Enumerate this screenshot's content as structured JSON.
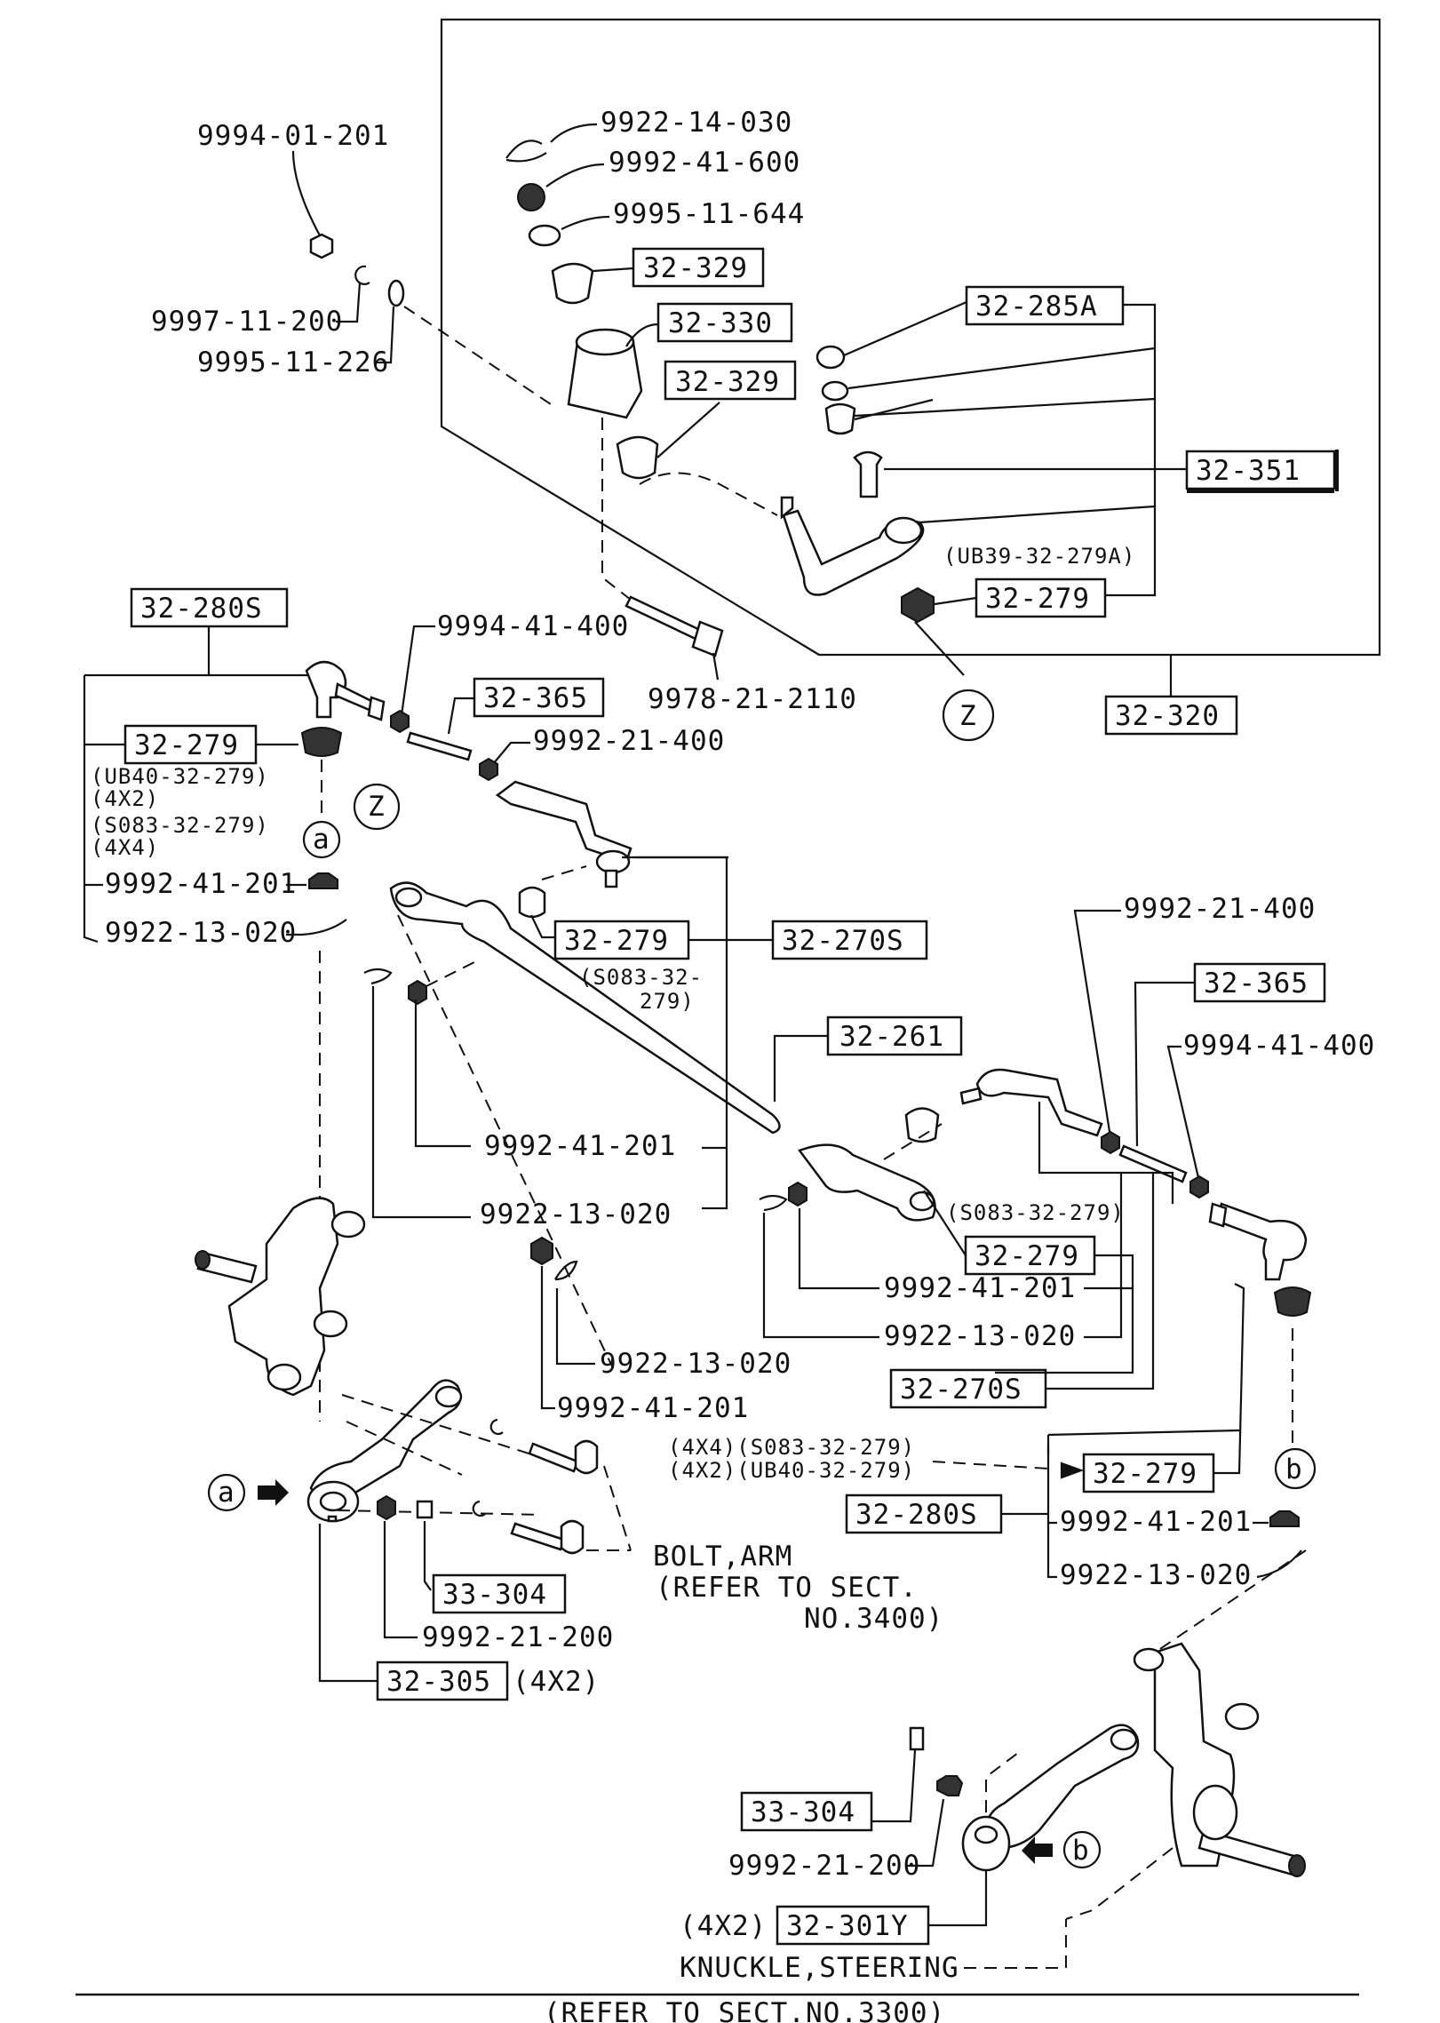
{
  "labels": {
    "p9994_01_201": "9994-01-201",
    "p9922_14_030": "9922-14-030",
    "p9992_41_600": "9992-41-600",
    "p9995_11_644": "9995-11-644",
    "p32_329_top": "32-329",
    "p32_330": "32-330",
    "p32_329_mid": "32-329",
    "p32_285A": "32-285A",
    "p9997_11_200": "9997-11-200",
    "p9995_11_226": "9995-11-226",
    "p32_351": "32-351",
    "ub839": "(UB39-32-279A)",
    "p32_279_idler": "32-279",
    "p32_280S_left": "32-280S",
    "p9994_41_400_left": "9994-41-400",
    "p32_365_left": "32-365",
    "p9978_21_2110": "9978-21-2110",
    "z_top": "Z",
    "p32_320": "32-320",
    "p32_279_left": "32-279",
    "p9992_21_400_left": "9992-21-400",
    "note_ub40": "(UB40-32-279)",
    "note_4x2_a": "(4X2)",
    "note_s083_a": "(S083-32-279)",
    "note_4x4_a": "(4X4)",
    "a_top": "a",
    "z_mid": "Z",
    "p9992_41_201_left": "9992-41-201",
    "p9922_13_020_left": "9922-13-020",
    "p32_279_center": "32-279",
    "p32_270S_top": "32-270S",
    "note_s083_b1": "(S083-32-",
    "note_s083_b2": "279)",
    "p9992_21_400_right": "9992-21-400",
    "p32_365_right": "32-365",
    "p32_261": "32-261",
    "p9994_41_400_right": "9994-41-400",
    "p9992_41_201_center": "9992-41-201",
    "p9922_13_020_center": "9922-13-020",
    "note_s083_c": "(S083-32-279)",
    "p32_279_right": "32-279",
    "p9992_41_201_right": "9992-41-201",
    "p9922_13_020_right": "9922-13-020",
    "p9922_13_020_low": "9922-13-020",
    "p32_270S_bottom": "32-270S",
    "p9992_41_201_low": "9992-41-201",
    "note_4x4_s083": "(4X4)(S083-32-279)",
    "note_4x2_ub40": "(4X2)(UB40-32-279)",
    "a_left": "a",
    "p32_279_lower": "32-279",
    "b_right": "b",
    "p32_280S_lower": "32-280S",
    "p9992_41_201_lower": "9992-41-201",
    "bolt_arm": "BOLT,ARM",
    "refer_3400_a": "(REFER TO SECT.",
    "refer_3400_b": "NO.3400)",
    "p9922_13_020_lower": "9922-13-020",
    "p33_304_left": "33-304",
    "p9992_21_200_left": "9992-21-200",
    "p32_305": "32-305",
    "note_4x2_305": "(4X2)",
    "p33_304_right": "33-304",
    "p9992_21_200_right": "9992-21-200",
    "b_lower": "b",
    "note_4x2_301": "(4X2)",
    "p32_301Y": "32-301Y",
    "knuckle": "KNUCKLE,STEERING",
    "refer_3300": "(REFER TO SECT.NO.3300)"
  }
}
